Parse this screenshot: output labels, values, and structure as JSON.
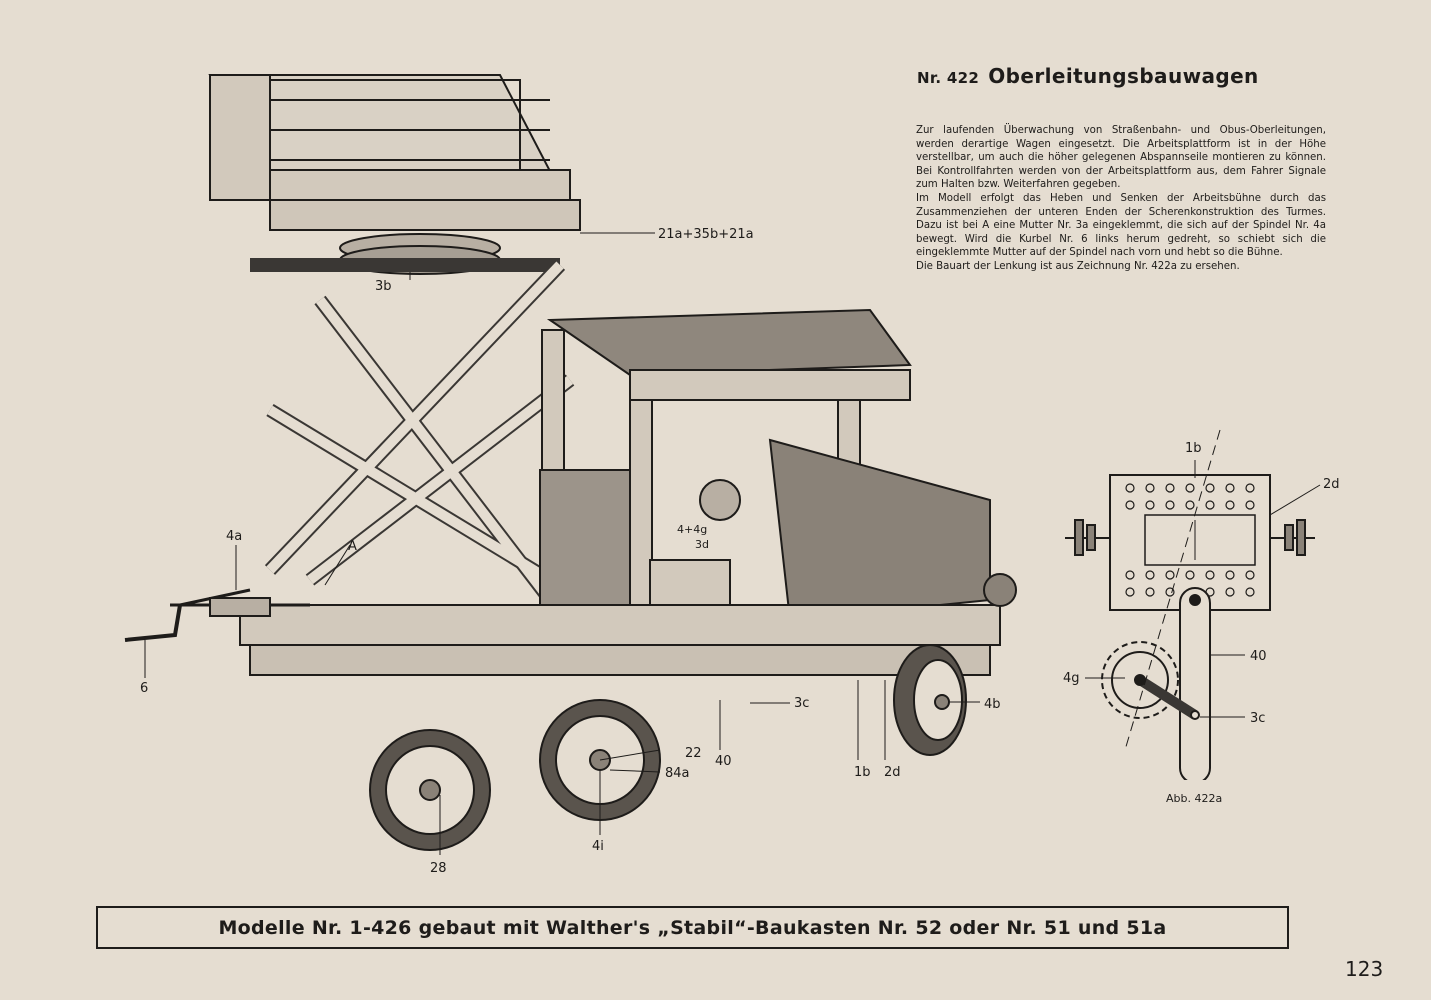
{
  "heading": {
    "number": "Nr. 422",
    "title": "Oberleitungsbauwagen"
  },
  "description": [
    "Zur laufenden Überwachung von Straßenbahn- und Obus-Oberleitungen, werden derartige Wagen eingesetzt. Die Arbeitsplattform ist in der Höhe verstellbar, um auch die höher gelegenen Abspannseile montieren zu können. Bei Kontrollfahrten werden von der Arbeitsplattform aus, dem Fahrer Signale zum Halten bzw. Weiterfahren gegeben.",
    "Im Modell erfolgt das Heben und Senken der Arbeitsbühne durch das Zusammenziehen der unteren Enden der Scherenkonstruktion des Turmes. Dazu ist bei A eine Mutter Nr. 3a eingeklemmt, die sich auf der Spindel Nr. 4a bewegt. Wird die Kurbel Nr. 6 links herum gedreht, so schiebt sich die eingeklemmte Mutter auf der Spindel nach vorn und hebt so die Bühne.",
    "Die Bauart der Lenkung ist aus Zeichnung Nr. 422a zu ersehen."
  ],
  "drawing_labels": {
    "top_assembly": "21a+35b+21a",
    "nut": "3b",
    "spindle": "4a",
    "point_a": "A",
    "crank": "6",
    "upright_combo": "4+4g",
    "nut_3d": "3d",
    "bolt_3c": "3c",
    "wheel_22": "22",
    "wheel_84a": "84a",
    "axle_40": "40",
    "hub_4b": "4b",
    "part_1b": "1b",
    "part_2d": "2d",
    "axle_4i": "4i",
    "wheel_28": "28"
  },
  "figure": {
    "labels": {
      "top": "1b",
      "right": "2d",
      "rod": "40",
      "disc": "4g",
      "pin": "3c"
    },
    "caption": "Abb. 422a"
  },
  "footer": {
    "caption": "Modelle Nr. 1-426 gebaut mit Walther's „Stabil“-Baukasten Nr. 52 oder Nr. 51 und 51a",
    "page_number": "123"
  },
  "colors": {
    "paper": "#e5ddd1",
    "ink": "#1e1c1a"
  }
}
